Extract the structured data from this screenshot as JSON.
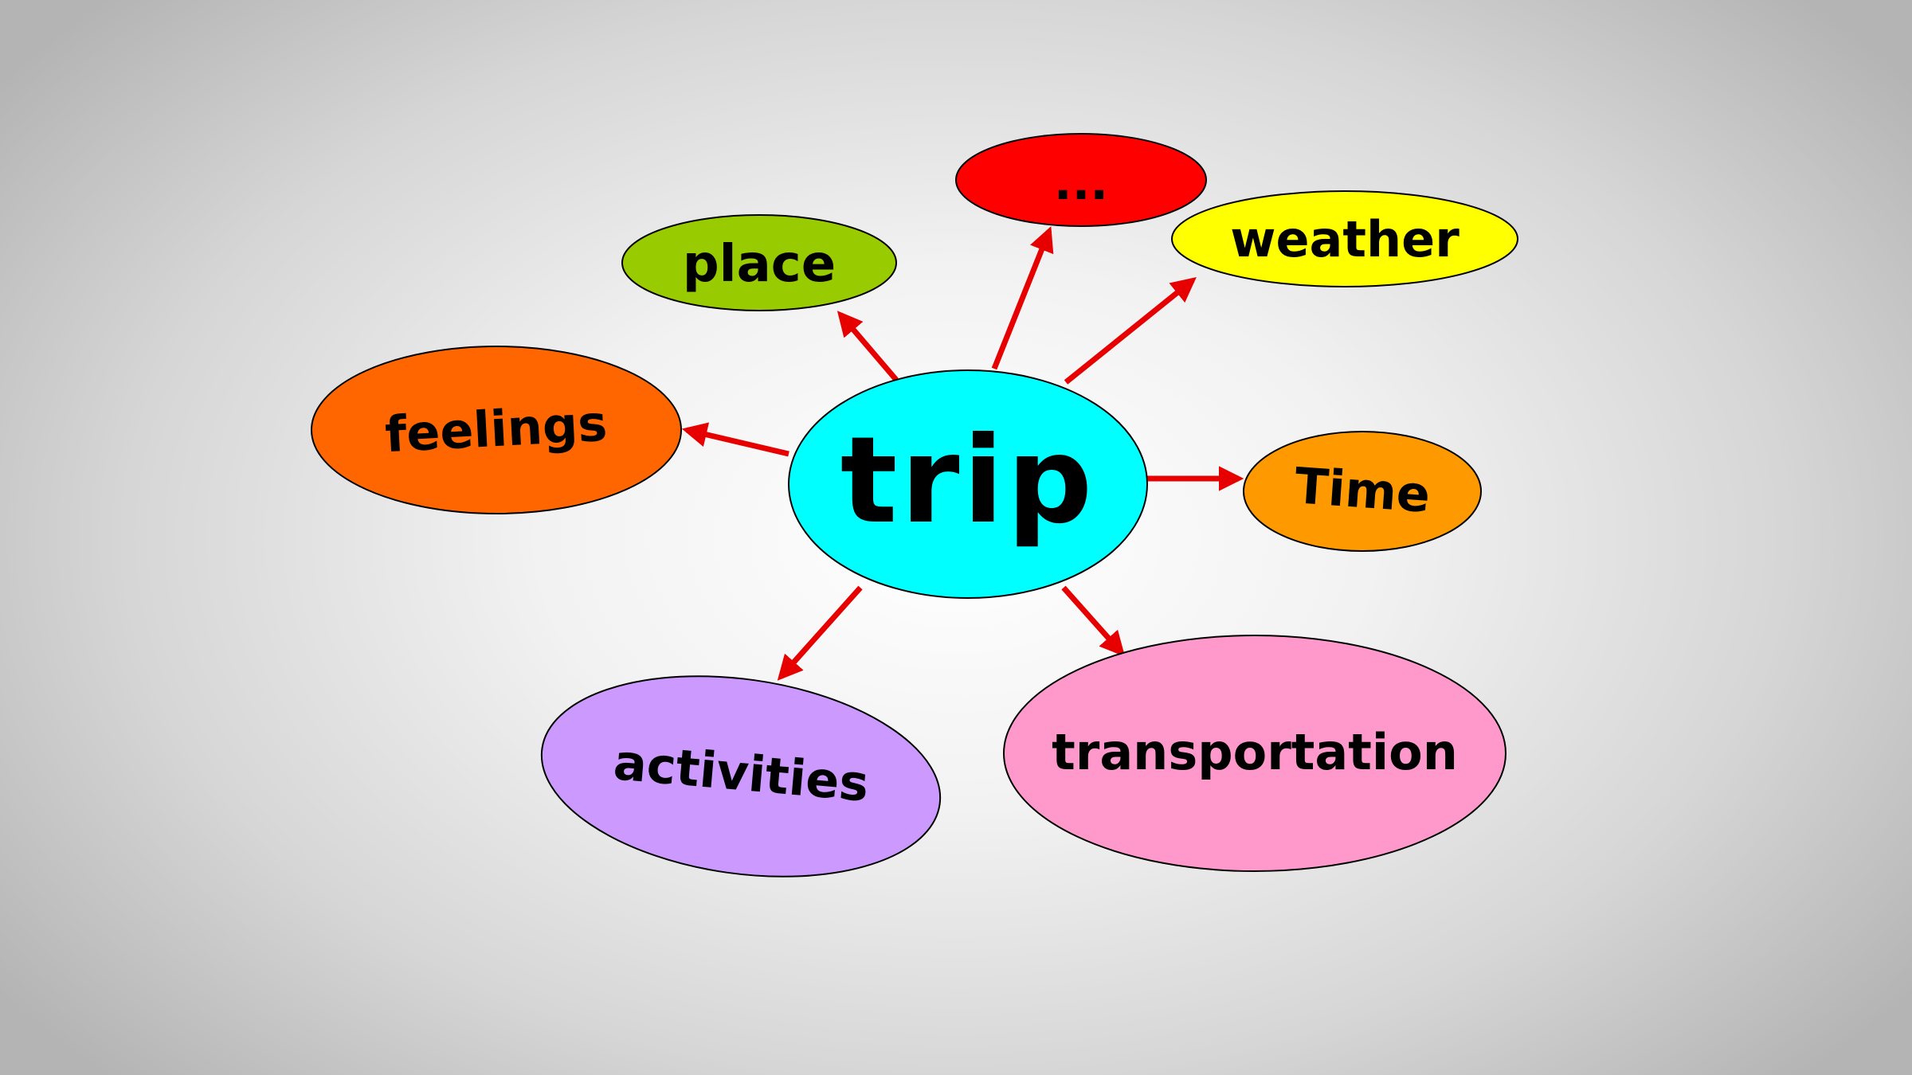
{
  "colors": {
    "arrow": "#e60000",
    "outline": "#000000",
    "center_fill": "#00ffff"
  },
  "center": {
    "label": "trip",
    "fill": "#00ffff"
  },
  "nodes": [
    {
      "id": "feelings",
      "label": "feelings",
      "fill": "#ff6600"
    },
    {
      "id": "place",
      "label": "place",
      "fill": "#99cc00"
    },
    {
      "id": "more",
      "label": "...",
      "fill": "#ff0000"
    },
    {
      "id": "weather",
      "label": "weather",
      "fill": "#ffff00"
    },
    {
      "id": "time",
      "label": "Time",
      "fill": "#ff9900"
    },
    {
      "id": "transportation",
      "label": "transportation",
      "fill": "#ff99cc"
    },
    {
      "id": "activities",
      "label": "activities",
      "fill": "#cc99ff"
    }
  ]
}
